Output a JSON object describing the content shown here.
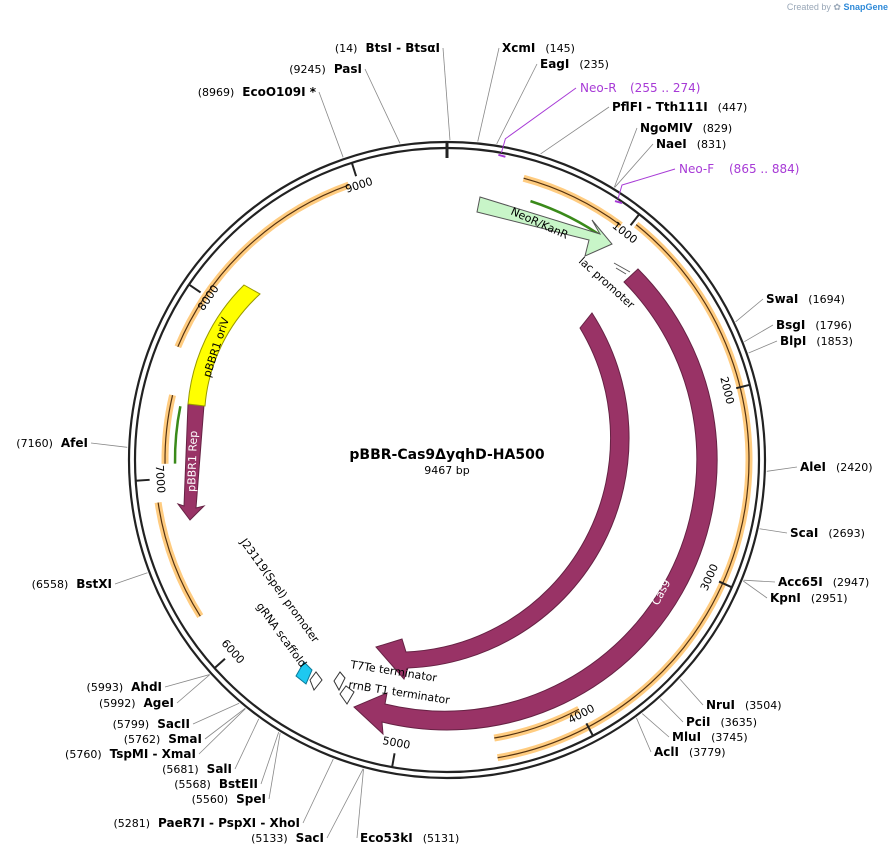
{
  "credit": {
    "prefix": "Created by",
    "brand": "SnapGene"
  },
  "plasmid": {
    "name": "pBBR-Cas9ΔyqhD-HA500",
    "size_label": "9467 bp",
    "length": 9467
  },
  "ticks": [
    {
      "pos": 1000,
      "label": "1000"
    },
    {
      "pos": 2000,
      "label": "2000"
    },
    {
      "pos": 3000,
      "label": "3000"
    },
    {
      "pos": 4000,
      "label": "4000"
    },
    {
      "pos": 5000,
      "label": "5000"
    },
    {
      "pos": 6000,
      "label": "6000"
    },
    {
      "pos": 7000,
      "label": "7000"
    },
    {
      "pos": 8000,
      "label": "8000"
    },
    {
      "pos": 9000,
      "label": "9000"
    }
  ],
  "sites": [
    {
      "name": "BtsI",
      "name2": "BtsαI",
      "pos": 14,
      "pos_label": "(14)",
      "side": "left"
    },
    {
      "name": "XcmI",
      "pos": 145,
      "pos_label": "(145)",
      "side": "right"
    },
    {
      "name": "EagI",
      "pos": 235,
      "pos_label": "(235)",
      "side": "right"
    },
    {
      "name": "PflFI",
      "name2": "Tth111I",
      "pos": 447,
      "pos_label": "(447)",
      "side": "right"
    },
    {
      "name": "NgoMIV",
      "pos": 829,
      "pos_label": "(829)",
      "side": "right"
    },
    {
      "name": "NaeI",
      "pos": 831,
      "pos_label": "(831)",
      "side": "right"
    },
    {
      "name": "SwaI",
      "pos": 1694,
      "pos_label": "(1694)",
      "side": "right"
    },
    {
      "name": "BsgI",
      "pos": 1796,
      "pos_label": "(1796)",
      "side": "right"
    },
    {
      "name": "BlpI",
      "pos": 1853,
      "pos_label": "(1853)",
      "side": "right"
    },
    {
      "name": "AleI",
      "pos": 2420,
      "pos_label": "(2420)",
      "side": "right"
    },
    {
      "name": "ScaI",
      "pos": 2693,
      "pos_label": "(2693)",
      "side": "right"
    },
    {
      "name": "Acc65I",
      "pos": 2947,
      "pos_label": "(2947)",
      "side": "right"
    },
    {
      "name": "KpnI",
      "pos": 2951,
      "pos_label": "(2951)",
      "side": "right"
    },
    {
      "name": "NruI",
      "pos": 3504,
      "pos_label": "(3504)",
      "side": "right"
    },
    {
      "name": "PciI",
      "pos": 3635,
      "pos_label": "(3635)",
      "side": "right"
    },
    {
      "name": "MluI",
      "pos": 3745,
      "pos_label": "(3745)",
      "side": "right"
    },
    {
      "name": "AclI",
      "pos": 3779,
      "pos_label": "(3779)",
      "side": "right"
    },
    {
      "name": "Eco53kI",
      "pos": 5131,
      "pos_label": "(5131)",
      "side": "right"
    },
    {
      "name": "SacI",
      "pos": 5133,
      "pos_label": "(5133)",
      "side": "left"
    },
    {
      "name": "PaeR7I",
      "name2": "PspXI",
      "name3": "XhoI",
      "pos": 5281,
      "pos_label": "(5281)",
      "side": "left"
    },
    {
      "name": "SpeI",
      "pos": 5560,
      "pos_label": "(5560)",
      "side": "left"
    },
    {
      "name": "BstEII",
      "pos": 5568,
      "pos_label": "(5568)",
      "side": "left"
    },
    {
      "name": "SalI",
      "pos": 5681,
      "pos_label": "(5681)",
      "side": "left"
    },
    {
      "name": "TspMI",
      "name2": "XmaI",
      "pos": 5760,
      "pos_label": "(5760)",
      "side": "left"
    },
    {
      "name": "SmaI",
      "pos": 5762,
      "pos_label": "(5762)",
      "side": "left"
    },
    {
      "name": "SacII",
      "pos": 5799,
      "pos_label": "(5799)",
      "side": "left"
    },
    {
      "name": "AgeI",
      "pos": 5992,
      "pos_label": "(5992)",
      "side": "left"
    },
    {
      "name": "AhdI",
      "pos": 5993,
      "pos_label": "(5993)",
      "side": "left"
    },
    {
      "name": "BstXI",
      "pos": 6558,
      "pos_label": "(6558)",
      "side": "left"
    },
    {
      "name": "AfeI",
      "pos": 7160,
      "pos_label": "(7160)",
      "side": "left"
    },
    {
      "name": "EcoO109I *",
      "pos": 8969,
      "pos_label": "(8969)",
      "side": "left"
    },
    {
      "name": "PasI",
      "pos": 9245,
      "pos_label": "(9245)",
      "side": "left"
    }
  ],
  "primers": [
    {
      "name": "Neo-R",
      "range": "(255 .. 274)",
      "pos": 264
    },
    {
      "name": "Neo-F",
      "range": "(865 .. 884)",
      "pos": 874
    }
  ],
  "features": [
    {
      "name": "NeoR/KanR",
      "type": "cds",
      "color": "#c8f5c8"
    },
    {
      "name": "lac promoter",
      "type": "promoter"
    },
    {
      "name": "Cas9",
      "type": "cds",
      "color": "#993366"
    },
    {
      "name": "Cas9",
      "type": "cds",
      "color": "#993366"
    },
    {
      "name": "T7Te terminator",
      "type": "terminator"
    },
    {
      "name": "rrnB T1 terminator",
      "type": "terminator"
    },
    {
      "name": "gRNA scaffold",
      "type": "misc"
    },
    {
      "name": "J23119(SpeI) promoter",
      "type": "promoter"
    },
    {
      "name": "pBBR1 Rep",
      "type": "cds",
      "color": "#993366"
    },
    {
      "name": "pBBR1 oriV",
      "type": "rep_origin",
      "color": "#ffff00"
    }
  ],
  "colors": {
    "backbone": "#222222",
    "cds": "#993366",
    "orf": "#ffcc80",
    "primer": "#a73ad6",
    "origin": "#ffff00",
    "neo": "#c8f5c8",
    "scaffold": "#1ec8f0"
  }
}
